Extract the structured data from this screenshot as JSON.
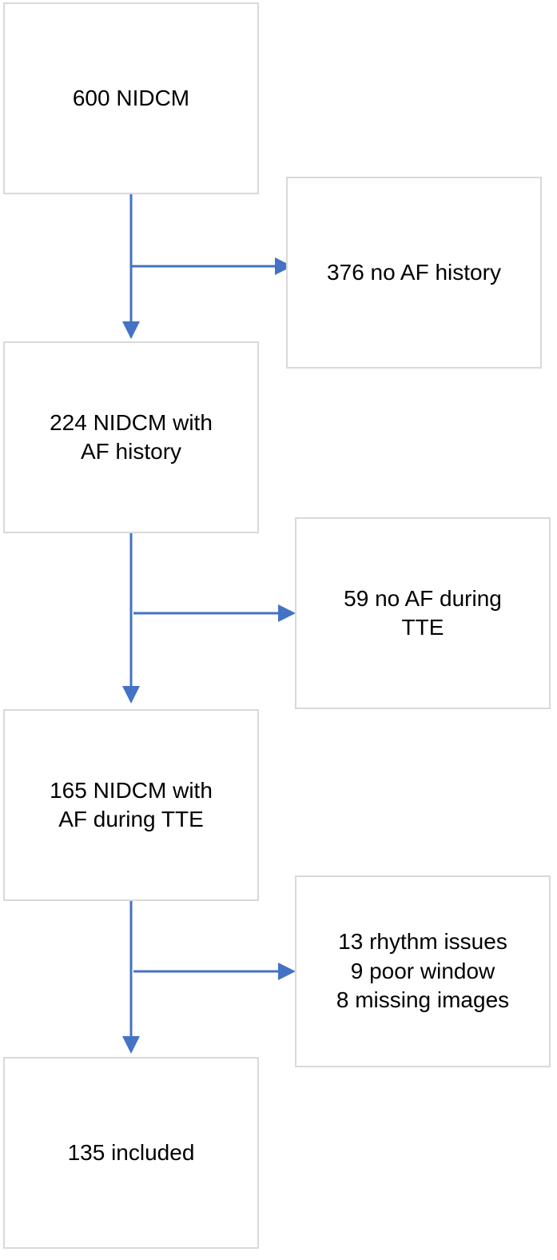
{
  "flow": {
    "main": [
      {
        "lines": [
          "600 NIDCM"
        ]
      },
      {
        "lines": [
          "224 NIDCM with",
          "AF history"
        ]
      },
      {
        "lines": [
          "165 NIDCM with",
          "AF during TTE"
        ]
      },
      {
        "lines": [
          "135 included"
        ]
      }
    ],
    "excluded": [
      {
        "lines": [
          "376 no AF history"
        ]
      },
      {
        "lines": [
          "59 no AF during",
          "TTE"
        ]
      },
      {
        "lines": [
          "13 rhythm issues",
          "9 poor window",
          "8 missing images"
        ]
      }
    ]
  },
  "colors": {
    "arrow": "#4472c4",
    "box_border": "#d9d9d9",
    "text": "#000000"
  }
}
